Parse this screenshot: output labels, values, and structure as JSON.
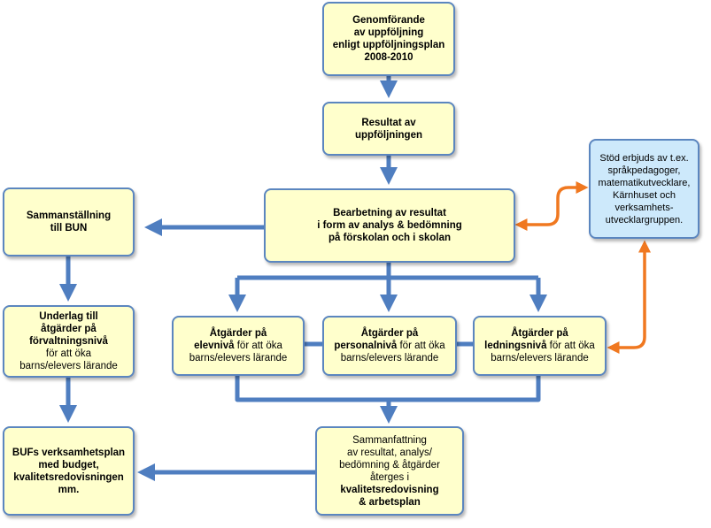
{
  "nodes": {
    "genomforande": {
      "lines": [
        "Genomförande",
        "av uppföljning",
        "enligt uppföljningsplan",
        "2008-2010"
      ]
    },
    "resultat": {
      "lines": [
        "Resultat av",
        "uppföljningen"
      ]
    },
    "bearbetning": {
      "lines": [
        "Bearbetning av resultat",
        "i form av analys & bedömning",
        "på förskolan och i skolan"
      ]
    },
    "sammanstallning": {
      "lines": [
        "Sammanställning",
        "till BUN"
      ]
    },
    "stod": {
      "lines": [
        "Stöd erbjuds av t.ex.",
        "språkpedagoger,",
        "matematikutvecklare,",
        "Kärnhuset och",
        "verksamhets-",
        "utvecklargruppen."
      ]
    },
    "underlag": {
      "bold_lines": [
        "Underlag till",
        "åtgärder på",
        "förvaltningsnivå"
      ],
      "normal_lines": [
        "för att öka",
        "barns/elevers lärande"
      ]
    },
    "elevniva": {
      "title": "Åtgärder på",
      "level": "elevnivå",
      "rest": " för att öka",
      "last": "barns/elevers lärande"
    },
    "personalniva": {
      "title": "Åtgärder på",
      "level": "personalnivå",
      "rest": " för att öka",
      "last": "barns/elevers lärande"
    },
    "ledningsniva": {
      "title": "Åtgärder på",
      "level": "ledningsnivå",
      "rest": " för att öka",
      "last": "barns/elevers lärande"
    },
    "bufs": {
      "lines": [
        "BUFs verksamhetsplan",
        "med budget,",
        "kvalitetsredovisningen",
        "mm."
      ]
    },
    "sammanfattning": {
      "normal_lines": [
        "Sammanfattning",
        "av resultat, analys/",
        "bedömning & åtgärder",
        "återges i"
      ],
      "bold_lines": [
        "kvalitetsredovisning",
        "& arbetsplan"
      ]
    }
  },
  "colors": {
    "box_fill": "#ffffcc",
    "box_border": "#5b86bf",
    "support_fill": "#cde9fb",
    "arrow_blue": "#4f7ec0",
    "arrow_orange": "#f07820"
  }
}
